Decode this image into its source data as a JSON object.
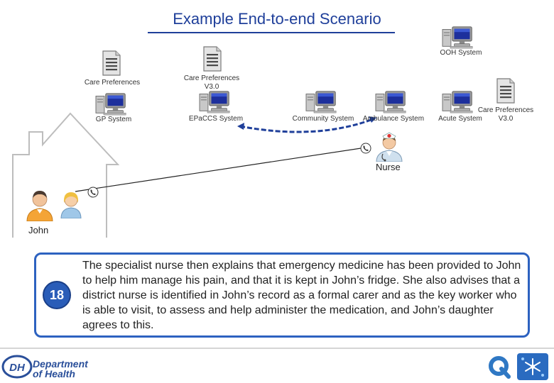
{
  "title": "Example End-to-end Scenario",
  "systems": {
    "ooh": "OOH System",
    "gp": "GP System",
    "epaccs": "EPaCCS System",
    "community": "Community System",
    "ambulance": "Ambulance System",
    "acute": "Acute System"
  },
  "documents": {
    "gp_doc": "Care Preferences",
    "epaccs_doc_line1": "Care Preferences",
    "epaccs_doc_line2": "V3.0",
    "acute_doc_line1": "Care Preferences",
    "acute_doc_line2": "V3.0"
  },
  "people": {
    "nurse": "Nurse",
    "john": "John"
  },
  "step": {
    "number": "18",
    "text": "The specialist nurse then explains that emergency medicine has been provided to John to help him manage his pain, and that it is kept in John’s fridge. She also advises that a district nurse is identified in John’s record as a formal carer and as the key worker who is able to visit, to assess and help administer the medication, and John’s daughter agrees to this."
  },
  "footer": {
    "logo_abbr": "DH",
    "logo_line1": "Department",
    "logo_line2": "of Health"
  },
  "colors": {
    "title": "#1f3f9a",
    "box_border": "#2d62c0",
    "badge": "#2a5db8",
    "arrow": "#1f3f9a"
  }
}
